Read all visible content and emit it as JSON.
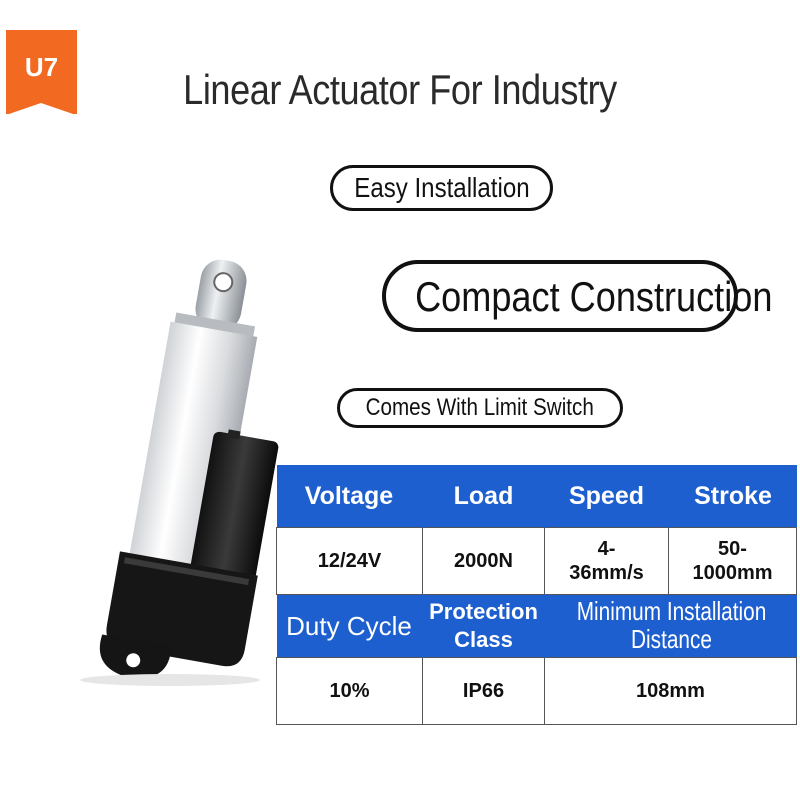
{
  "badge": "U7",
  "title": "Linear Actuator For Industry",
  "features": [
    "Easy Installation",
    "Compact Construction",
    "Comes With Limit Switch"
  ],
  "specs": {
    "row1_headers": [
      "Voltage",
      "Load",
      "Speed",
      "Stroke"
    ],
    "row1_values": [
      "12/24V",
      "2000N",
      "4-\n36mm/s",
      "50-\n1000mm"
    ],
    "row2_headers": [
      "Duty Cycle",
      "Protection\nClass",
      "Minimum Installation\nDistance"
    ],
    "row2_values": [
      "10%",
      "IP66",
      "108mm"
    ]
  },
  "colors": {
    "badge": "#f26a21",
    "table_header": "#1e5fd0"
  },
  "product_image": "linear-actuator-photo"
}
